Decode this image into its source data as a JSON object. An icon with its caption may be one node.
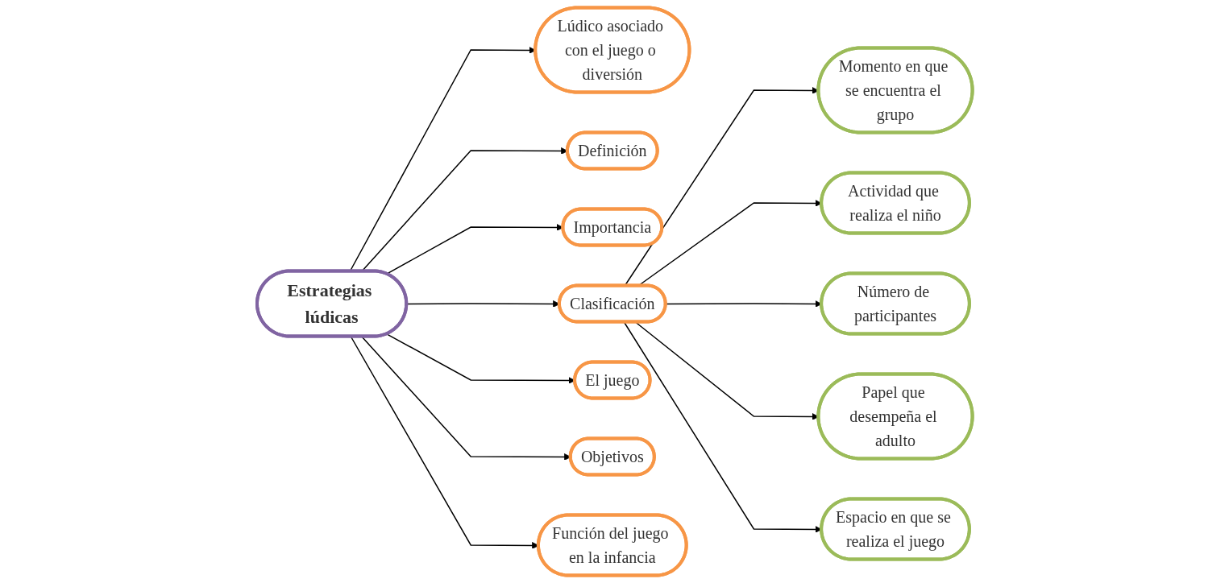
{
  "diagram": {
    "nodes": [
      {
        "text": [
          "Estrategias lúdicas"
        ]
      },
      {
        "text": [
          "Definición"
        ]
      },
      {
        "text": [
          "Importancia"
        ]
      },
      {
        "text": [
          "El juego"
        ]
      },
      {
        "text": [
          "Lúdico asociado con el juego o diversión"
        ]
      },
      {
        "text": [
          "Función del juego en la infancia"
        ]
      },
      {
        "text": [
          "Objetivos"
        ]
      },
      {
        "text": [
          "Clasificación"
        ]
      },
      {
        "text": [
          "Momento en que se encuentra el grupo"
        ]
      },
      {
        "text": [
          "Actividad que realiza el niño"
        ]
      },
      {
        "text": [
          "Número de participantes"
        ]
      },
      {
        "text": [
          "Papel que desempeña el adulto"
        ]
      },
      {
        "text": [
          "Espacio en que se realiza el juego"
        ]
      }
    ],
    "edges": [
      {
        "from": 0,
        "to": 1,
        "arrow": "to"
      },
      {
        "from": 0,
        "to": 2,
        "arrow": "to"
      },
      {
        "from": 0,
        "to": 3,
        "arrow": "to"
      },
      {
        "from": 0,
        "to": 4,
        "arrow": "to"
      },
      {
        "from": 0,
        "to": 5,
        "arrow": "to"
      },
      {
        "from": 0,
        "to": 6,
        "arrow": "to"
      },
      {
        "from": 0,
        "to": 7,
        "arrow": "to"
      },
      {
        "from": 7,
        "to": 8,
        "arrow": "to"
      },
      {
        "from": 7,
        "to": 9,
        "arrow": "to"
      },
      {
        "from": 7,
        "to": 10,
        "arrow": "to"
      },
      {
        "from": 7,
        "to": 11,
        "arrow": "to"
      },
      {
        "from": 7,
        "to": 12,
        "arrow": "to"
      }
    ]
  }
}
